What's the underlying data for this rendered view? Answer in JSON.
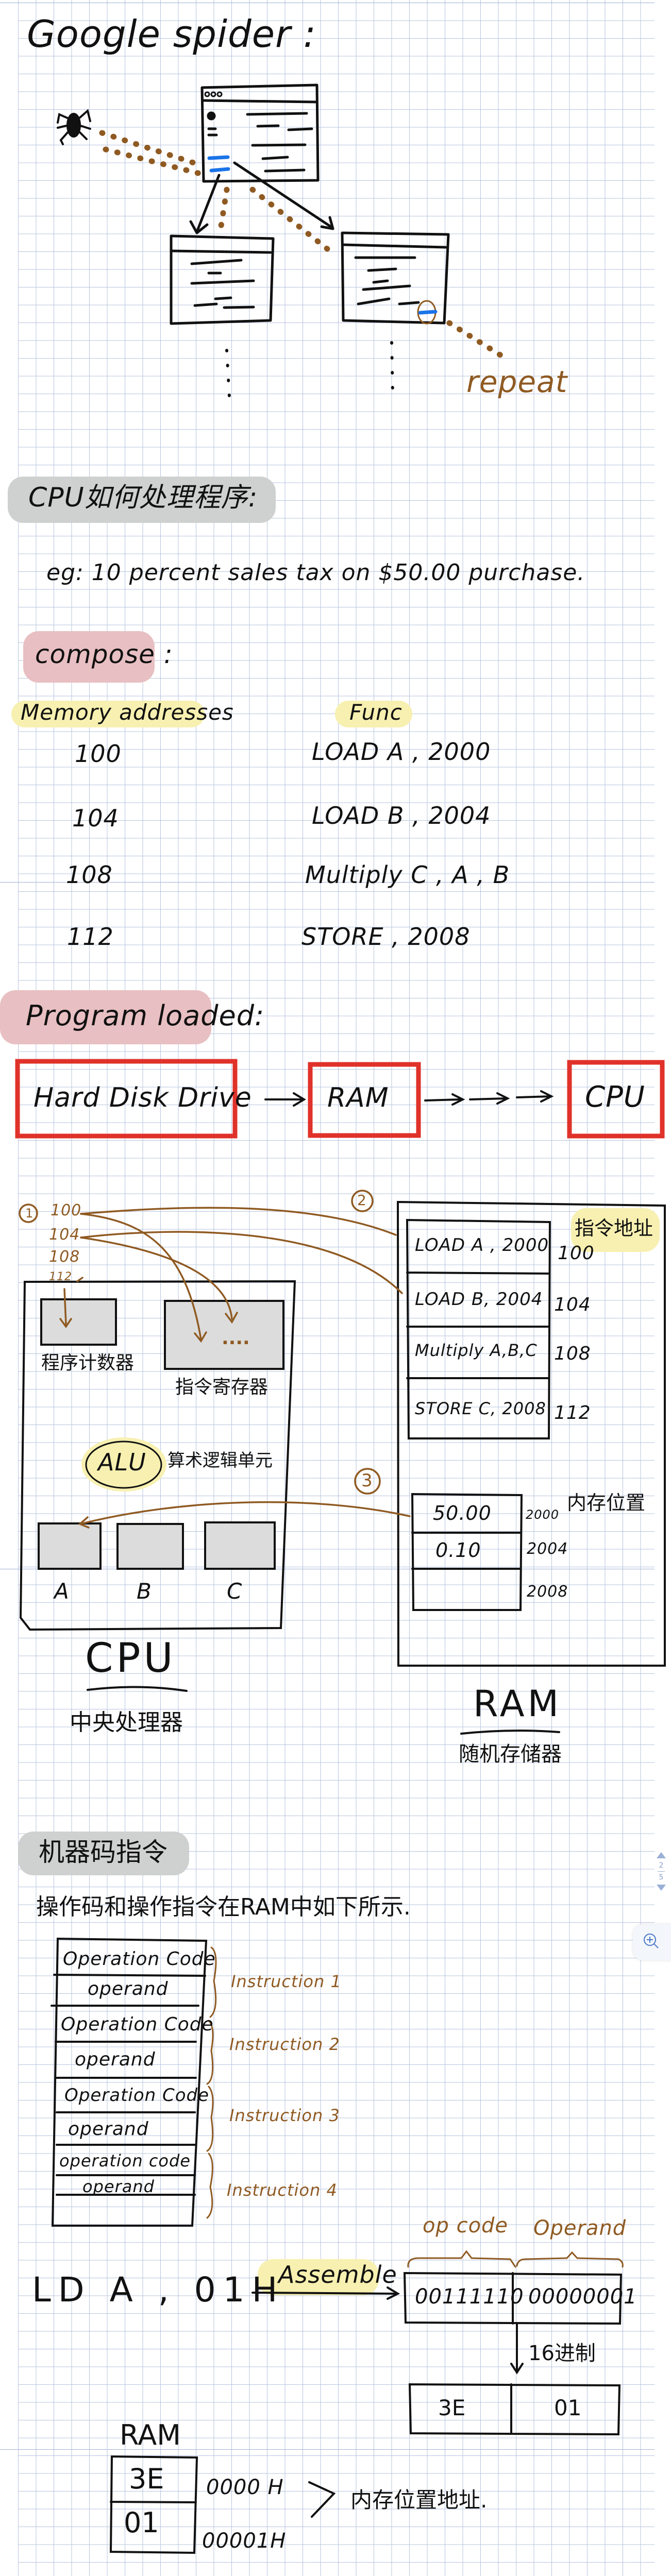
{
  "spider": {
    "title": "Google spider :",
    "repeat": "repeat"
  },
  "cpu_section": {
    "heading": "CPU如何处理程序:",
    "example": "eg: 10 percent sales tax on $50.00 purchase."
  },
  "compose": {
    "heading": "compose :",
    "col_address": "Memory addresses",
    "col_func": "Func",
    "rows": [
      {
        "address": "100",
        "func": "LOAD A , 2000"
      },
      {
        "address": "104",
        "func": "LOAD B , 2004"
      },
      {
        "address": "108",
        "func": "Multiply C , A , B"
      },
      {
        "address": "112",
        "func": "STORE , 2008"
      }
    ]
  },
  "program_loaded": {
    "heading": "Program loaded:",
    "flow": [
      "Hard Disk Drive",
      "RAM",
      "CPU"
    ]
  },
  "diagram": {
    "step1": "1",
    "step2": "2",
    "step3": "3",
    "addresses": [
      "100",
      "104",
      "108",
      "112"
    ],
    "pc_label": "程序计数器",
    "ir_content": "....",
    "ir_label": "指令寄存器",
    "alu": "ALU",
    "alu_label": "算术逻辑单元",
    "registers": [
      "A",
      "B",
      "C"
    ],
    "cpu_label": "CPU",
    "cpu_cn": "中央处理器",
    "instr_addr_label": "指令地址",
    "ram_instructions": [
      {
        "text": "LOAD A , 2000",
        "address": "100"
      },
      {
        "text": "LOAD B, 2004",
        "address": "104"
      },
      {
        "text": "Multiply A,B,C",
        "address": "108"
      },
      {
        "text": "STORE C, 2008",
        "address": "112"
      }
    ],
    "mem_location_label": "内存位置",
    "ram_data": [
      {
        "value": "50.00",
        "address": "2000"
      },
      {
        "value": "0.10",
        "address": "2004"
      },
      {
        "value": "",
        "address": "2008"
      }
    ],
    "ram_label": "RAM",
    "ram_cn": "随机存储器"
  },
  "machine_code": {
    "heading": "机器码指令",
    "sentence": "操作码和操作指令在RAM中如下所示.",
    "table": [
      "Operation Code",
      "operand",
      "Operation Code",
      "operand",
      "Operation Code",
      "operand",
      "operation code",
      "operand"
    ],
    "instructions": [
      "Instruction 1",
      "Instruction 2",
      "Instruction 3",
      "Instruction 4"
    ],
    "opcode_label": "op code",
    "operand_label": "Operand",
    "asm": "LD A , 01H",
    "assemble": "Assemble",
    "binary": [
      "00111110",
      "00000001"
    ],
    "hex_label": "16进制",
    "hex": [
      "3E",
      "01"
    ],
    "ram_label": "RAM",
    "ram_cells": [
      {
        "value": "3E",
        "address": "0000 H"
      },
      {
        "value": "01",
        "address": "00001H"
      }
    ],
    "addr_label": "内存位置地址."
  },
  "viewer": {
    "page_current": "2",
    "page_total": "5",
    "zoom_icon": "zoom-in-icon"
  },
  "colors": {
    "brown": "#8f5a22",
    "red": "#e0322a",
    "blue": "#1a73e8",
    "grid": "#b7c4de"
  }
}
